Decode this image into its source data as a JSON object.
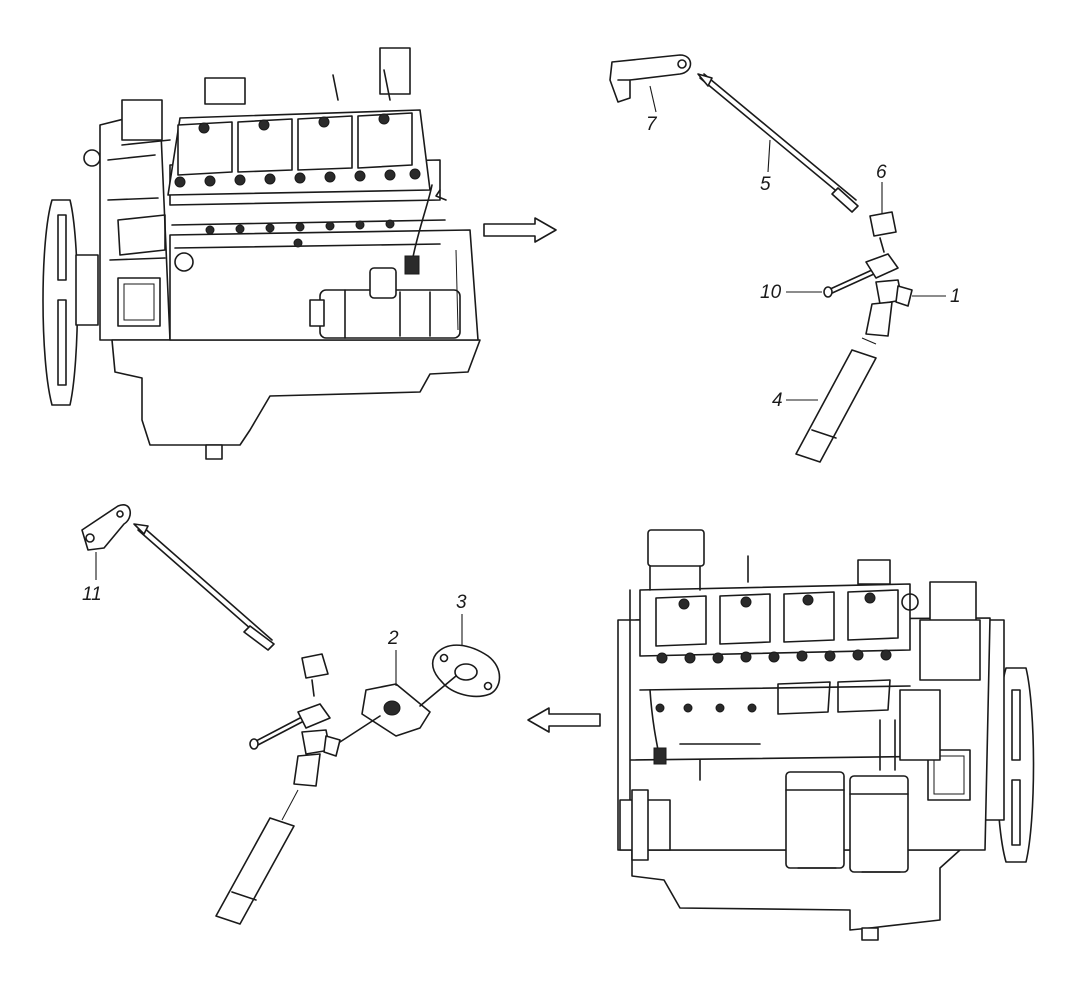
{
  "callouts": [
    {
      "id": "c1",
      "label": "1"
    },
    {
      "id": "c2",
      "label": "2"
    },
    {
      "id": "c3",
      "label": "3"
    },
    {
      "id": "c4",
      "label": "4"
    },
    {
      "id": "c5",
      "label": "5"
    },
    {
      "id": "c6",
      "label": "6"
    },
    {
      "id": "c7",
      "label": "7"
    },
    {
      "id": "c10",
      "label": "10"
    },
    {
      "id": "c11",
      "label": "11"
    }
  ],
  "colors": {
    "line": "#1a1a1a",
    "background": "#ffffff"
  }
}
